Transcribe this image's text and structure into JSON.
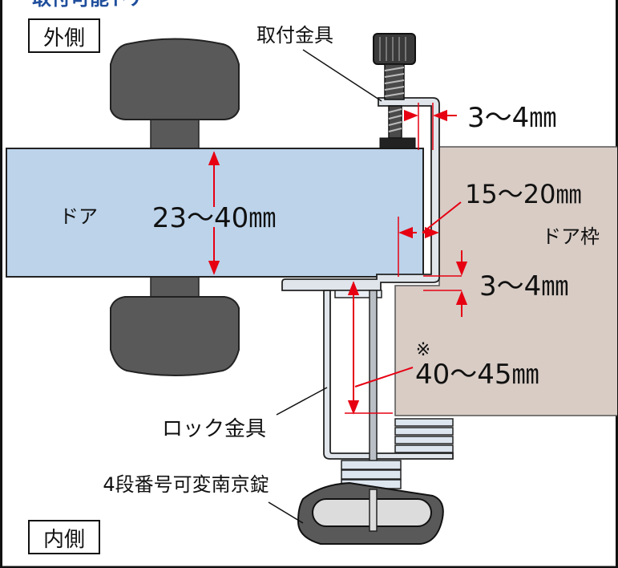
{
  "header_partial": "取付可能ドア",
  "labels": {
    "outside": "外側",
    "inside": "内側",
    "mounting_bracket": "取付金具",
    "door": "ドア",
    "door_frame": "ドア枠",
    "lock_bracket": "ロック金具",
    "padlock": "4段番号可変南京錠",
    "note_mark": "※"
  },
  "measurements": {
    "clearance_top": "3〜4㎜",
    "frame_gap": "15〜20㎜",
    "door_thickness": "23〜40㎜",
    "clearance_bottom": "3〜4㎜",
    "lock_depth": "40〜45㎜"
  },
  "colors": {
    "door": "#bcd3ea",
    "frame": "#d8ccc5",
    "handle": "#595959",
    "arrow": "#e60012",
    "header_text": "#1f4e9c",
    "outline": "#1a1a1a"
  }
}
